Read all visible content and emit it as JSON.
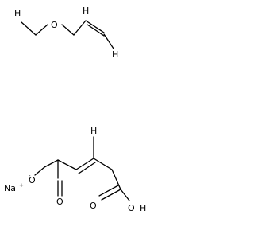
{
  "molecule_1": {
    "atoms": {
      "h_methyl": "H",
      "o_ether": "O",
      "h_vinyl_1": "H",
      "h_vinyl_2": "H"
    }
  },
  "counterion": {
    "symbol": "Na",
    "charge": "+"
  },
  "molecule_2": {
    "atoms": {
      "o_carboxylate": "O",
      "o_carboxylate_charge": "-",
      "o_carbonyl_left": "O",
      "h_alkene": "H",
      "o_carbonyl_right": "O",
      "o_hydroxyl": "O",
      "h_hydroxyl": "H"
    }
  }
}
